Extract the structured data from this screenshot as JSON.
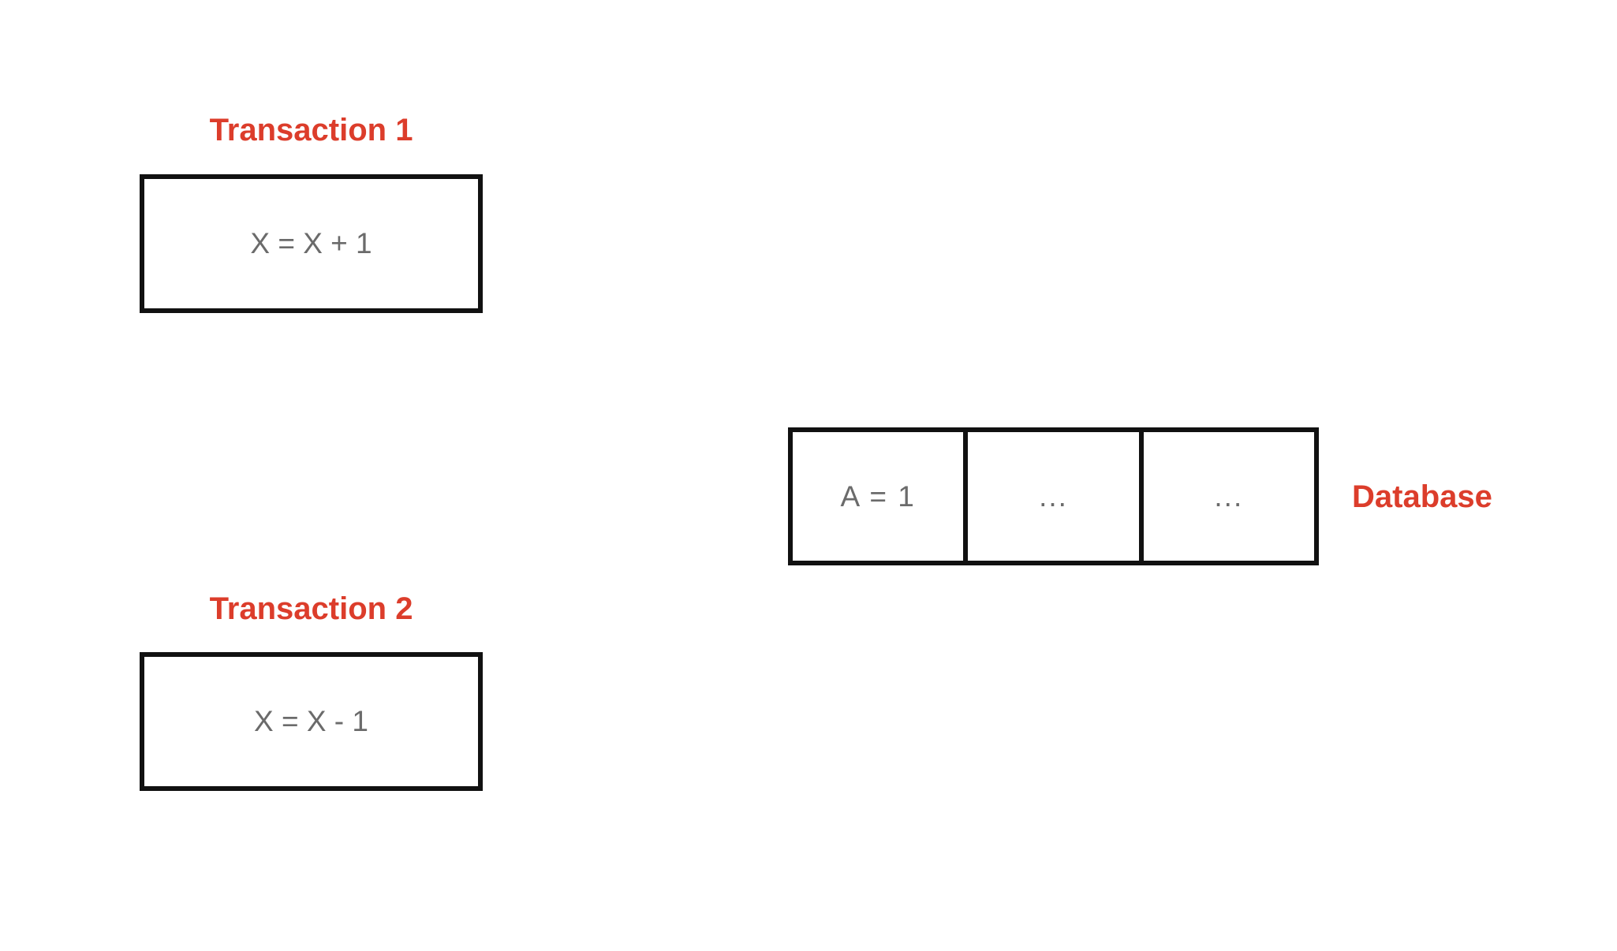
{
  "colors": {
    "page_bg": "#ffffff",
    "accent_red": "#DC3D2B",
    "border_black": "#111111",
    "text_gray": "#6B6B6B"
  },
  "transactions": [
    {
      "label": "Transaction 1",
      "operation": "X = X + 1"
    },
    {
      "label": "Transaction 2",
      "operation": "X = X - 1"
    }
  ],
  "database": {
    "label": "Database",
    "cells": [
      "A = 1",
      "...",
      "..."
    ]
  }
}
